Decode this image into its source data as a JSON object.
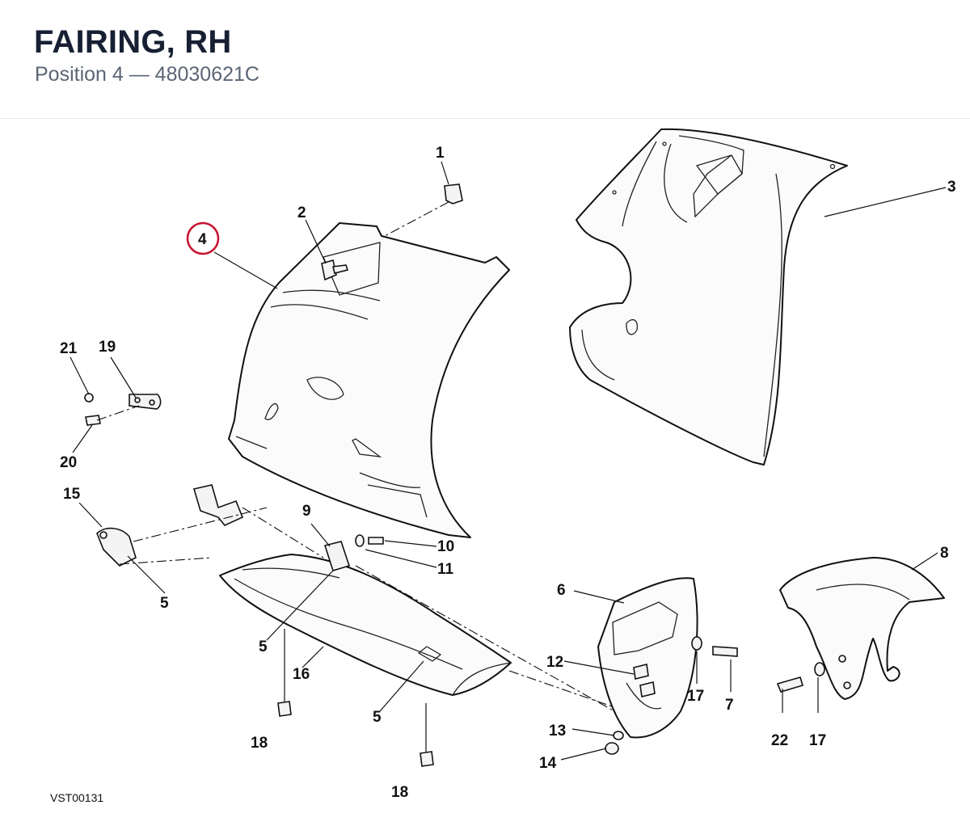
{
  "header": {
    "title": "FAIRING, RH",
    "subtitle": "Position 4 — 48030621C"
  },
  "diagram": {
    "reference": "VST00131",
    "highlighted_callout": "4",
    "callouts": {
      "c1": "1",
      "c2": "2",
      "c3": "3",
      "c4": "4",
      "c5a": "5",
      "c5b": "5",
      "c5c": "5",
      "c6": "6",
      "c7": "7",
      "c8": "8",
      "c9": "9",
      "c10": "10",
      "c11": "11",
      "c12": "12",
      "c13": "13",
      "c14": "14",
      "c15": "15",
      "c16": "16",
      "c17a": "17",
      "c17b": "17",
      "c18a": "18",
      "c18b": "18",
      "c19": "19",
      "c20": "20",
      "c21": "21",
      "c22": "22"
    },
    "colors": {
      "highlight": "#c8102e",
      "line": "#111111",
      "title": "#172033",
      "subtitle": "#5b6574"
    }
  }
}
